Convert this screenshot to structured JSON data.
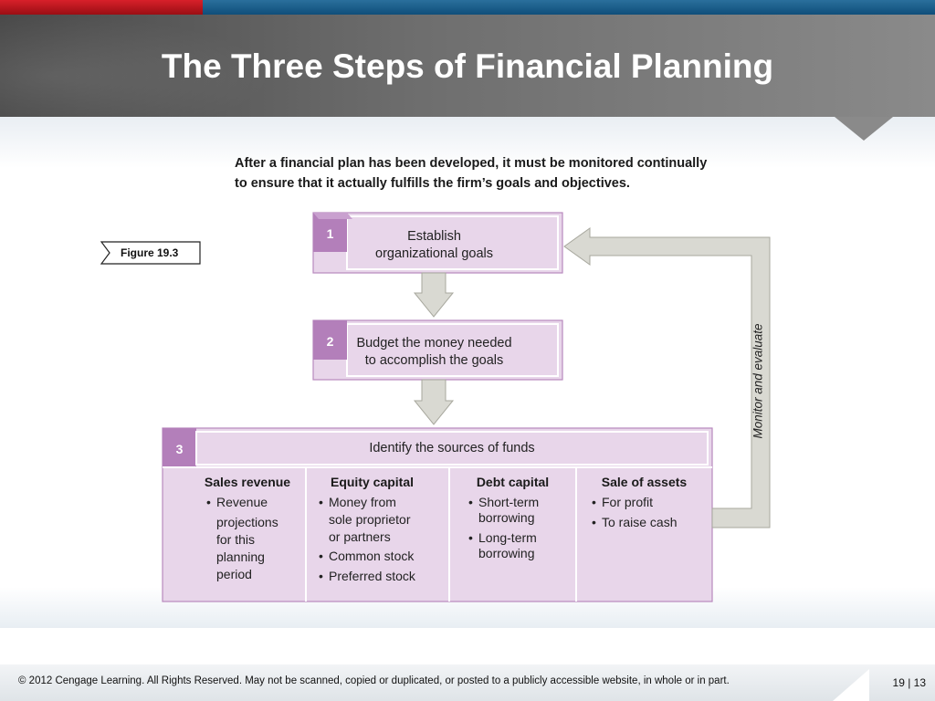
{
  "title": "The Three Steps of Financial Planning",
  "caption_line1": "After a financial plan has been developed, it must be monitored continually",
  "caption_line2": "to ensure that it actually fulfills the firm’s goals and objectives.",
  "figure_label": "Figure 19.3",
  "steps": [
    {
      "number": "1",
      "line1": "Establish",
      "line2": "organizational goals"
    },
    {
      "number": "2",
      "line1": "Budget the money needed",
      "line2": "to accomplish the goals"
    },
    {
      "number": "3",
      "line1": "Identify the sources of funds"
    }
  ],
  "loop_label": "Monitor and evaluate",
  "sources": [
    {
      "heading": "Sales revenue",
      "items": [
        "Revenue",
        "projections",
        "for this",
        "planning",
        "period"
      ]
    },
    {
      "heading": "Equity capital",
      "items": [
        "Money from",
        "sole proprietor",
        "or partners",
        "Common stock",
        "Preferred stock"
      ]
    },
    {
      "heading": "Debt capital",
      "items": [
        "Short-term",
        "borrowing",
        "Long-term",
        "borrowing"
      ]
    },
    {
      "heading": "Sale of assets",
      "items": [
        "For profit",
        "To raise cash"
      ]
    }
  ],
  "footer": {
    "copyright": "© 2012 Cengage Learning. All Rights Reserved. May not be scanned, copied or duplicated, or posted to a publicly accessible website, in whole or in part.",
    "page": "19 | 13"
  },
  "colors": {
    "box_fill": "#e8d6ea",
    "box_border": "#b889bd",
    "badge": "#b37fba",
    "arrow_fill": "#d9d9d2",
    "arrow_stroke": "#a8a89e"
  }
}
